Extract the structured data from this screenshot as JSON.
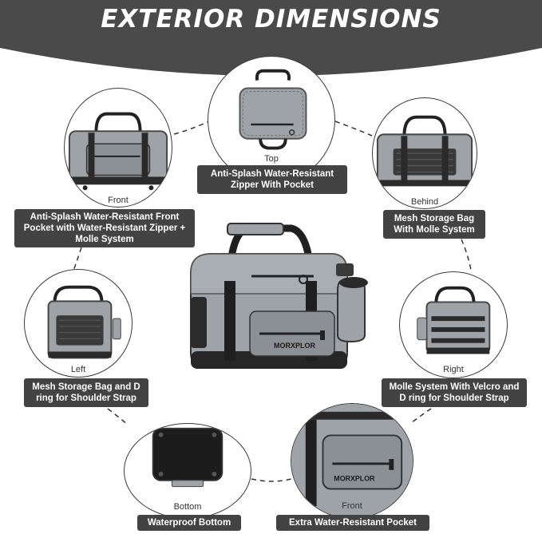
{
  "header": {
    "title": "EXTERIOR DIMENSIONS"
  },
  "brand": "MORXPLOR",
  "colors": {
    "banner": "#4a4a4a",
    "bag_gray": "#9ea3a7",
    "bag_dark": "#2a2a2a",
    "caption_bg": "#434343",
    "caption_text": "#ffffff"
  },
  "views": {
    "top": {
      "label": "Top",
      "caption": "Anti-Splash Water-Resistant Zipper With Pocket"
    },
    "front": {
      "label": "Front",
      "caption": "Anti-Splash Water-Resistant Front Pocket with Water-Resistant Zipper + Molle System"
    },
    "behind": {
      "label": "Behind",
      "caption": "Mesh Storage Bag With Molle System"
    },
    "left": {
      "label": "Left",
      "caption": "Mesh Storage Bag and D ring for Shoulder Strap"
    },
    "right": {
      "label": "Right",
      "caption": "Molle System With Velcro and D ring for Shoulder Strap"
    },
    "bottom": {
      "label": "Bottom",
      "caption": "Waterproof Bottom"
    },
    "front_pocket": {
      "label": "Front",
      "caption": "Extra Water-Resistant Pocket"
    }
  }
}
